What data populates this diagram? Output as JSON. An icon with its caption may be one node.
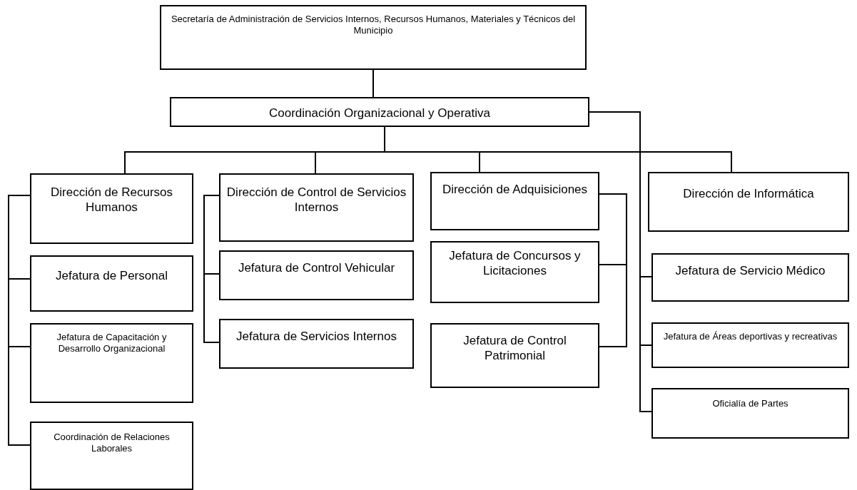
{
  "diagram": {
    "nodes": [
      {
        "text": [
          "Secretaría de Administración de Servicios Internos, Recursos Humanos, Materiales y Técnicos del Municipio"
        ]
      },
      {
        "text": [
          "Coordinación Organizacional y Operativa"
        ]
      },
      {
        "text": [
          "Dirección de Recursos Humanos"
        ]
      },
      {
        "text": [
          "Jefatura de Personal"
        ]
      },
      {
        "text": [
          "Jefatura de Capacitación y Desarrollo Organizacional"
        ]
      },
      {
        "text": [
          "Coordinación de Relaciones Laborales"
        ]
      },
      {
        "text": [
          "Dirección de Control de Servicios Internos"
        ]
      },
      {
        "text": [
          "Jefatura de Control Vehicular"
        ]
      },
      {
        "text": [
          "Jefatura de Servicios Internos"
        ]
      },
      {
        "text": [
          "Dirección de Adquisiciones"
        ]
      },
      {
        "text": [
          "Jefatura de Concursos y Licitaciones"
        ]
      },
      {
        "text": [
          "Jefatura de Control Patrimonial"
        ]
      },
      {
        "text": [
          "Dirección de Informática"
        ]
      },
      {
        "text": [
          "Jefatura de Servicio Médico"
        ]
      },
      {
        "text": [
          "Jefatura de Áreas deportivas y recreativas"
        ]
      },
      {
        "text": [
          "Oficialía de Partes"
        ]
      }
    ],
    "edges": [
      {
        "from": 0,
        "to": 1,
        "arrow": "none"
      },
      {
        "from": 1,
        "to": 2,
        "arrow": "none"
      },
      {
        "from": 1,
        "to": 6,
        "arrow": "none"
      },
      {
        "from": 1,
        "to": 9,
        "arrow": "none"
      },
      {
        "from": 1,
        "to": 12,
        "arrow": "none"
      },
      {
        "from": 2,
        "to": 3,
        "arrow": "none"
      },
      {
        "from": 2,
        "to": 4,
        "arrow": "none"
      },
      {
        "from": 2,
        "to": 5,
        "arrow": "none"
      },
      {
        "from": 6,
        "to": 7,
        "arrow": "none"
      },
      {
        "from": 6,
        "to": 8,
        "arrow": "none"
      },
      {
        "from": 9,
        "to": 10,
        "arrow": "none"
      },
      {
        "from": 9,
        "to": 11,
        "arrow": "none"
      },
      {
        "from": 1,
        "to": 13,
        "arrow": "none"
      },
      {
        "from": 1,
        "to": 14,
        "arrow": "none"
      },
      {
        "from": 1,
        "to": 15,
        "arrow": "none"
      }
    ]
  }
}
